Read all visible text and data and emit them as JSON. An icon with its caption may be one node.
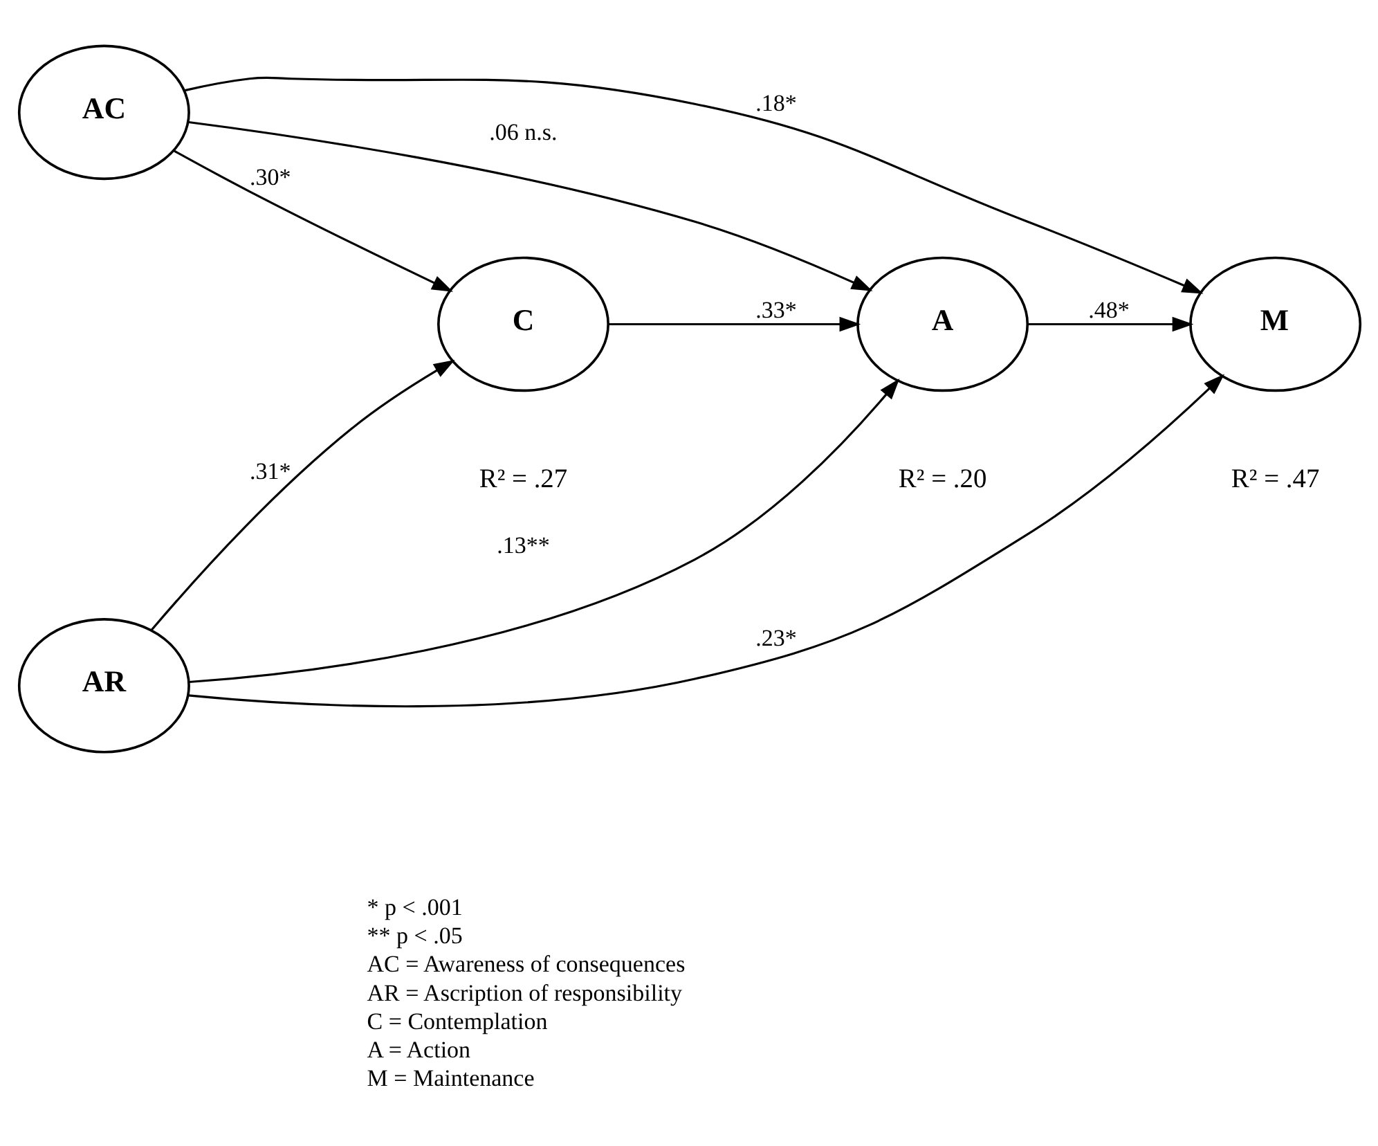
{
  "diagram": {
    "nodes": [
      {
        "text": [
          "AC"
        ]
      },
      {
        "text": [
          "C"
        ],
        "beside": [
          "R² = .27"
        ]
      },
      {
        "text": [
          "A"
        ],
        "beside": [
          "R² = .20"
        ]
      },
      {
        "text": [
          "M"
        ],
        "beside": [
          "R² = .47"
        ]
      },
      {
        "text": [
          "AR"
        ]
      }
    ],
    "edges": [
      {
        "from": 0,
        "to": 1,
        "arrow": "to",
        "label": ".30*"
      },
      {
        "from": 0,
        "to": 2,
        "arrow": "to",
        "label": ".06 n.s."
      },
      {
        "from": 0,
        "to": 3,
        "arrow": "to",
        "label": ".18*"
      },
      {
        "from": 1,
        "to": 2,
        "arrow": "to",
        "label": ".33*"
      },
      {
        "from": 2,
        "to": 3,
        "arrow": "to",
        "label": ".48*"
      },
      {
        "from": 4,
        "to": 1,
        "arrow": "to",
        "label": ".31*"
      },
      {
        "from": 4,
        "to": 2,
        "arrow": "to",
        "label": ".13**"
      },
      {
        "from": 4,
        "to": 3,
        "arrow": "to",
        "label": ".23*"
      }
    ],
    "labels": [
      "* p < .001",
      "** p < .05",
      "AC = Awareness of consequences",
      "AR = Ascription of responsibility",
      "C = Contemplation",
      "A = Action",
      "M = Maintenance"
    ]
  }
}
